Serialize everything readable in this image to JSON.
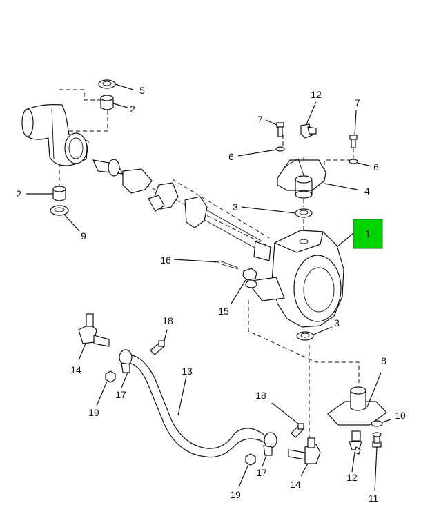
{
  "highlight_color": "#00d400",
  "callouts": {
    "c1": "1",
    "c2a": "2",
    "c2b": "2",
    "c3a": "3",
    "c3b": "3",
    "c4": "4",
    "c5": "5",
    "c6a": "6",
    "c6b": "6",
    "c7a": "7",
    "c7b": "7",
    "c8": "8",
    "c9": "9",
    "c10": "10",
    "c11": "11",
    "c12a": "12",
    "c12b": "12",
    "c13": "13",
    "c14a": "14",
    "c14b": "14",
    "c15": "15",
    "c16": "16",
    "c17a": "17",
    "c17b": "17",
    "c18a": "18",
    "c18b": "18",
    "c19a": "19",
    "c19b": "19"
  }
}
